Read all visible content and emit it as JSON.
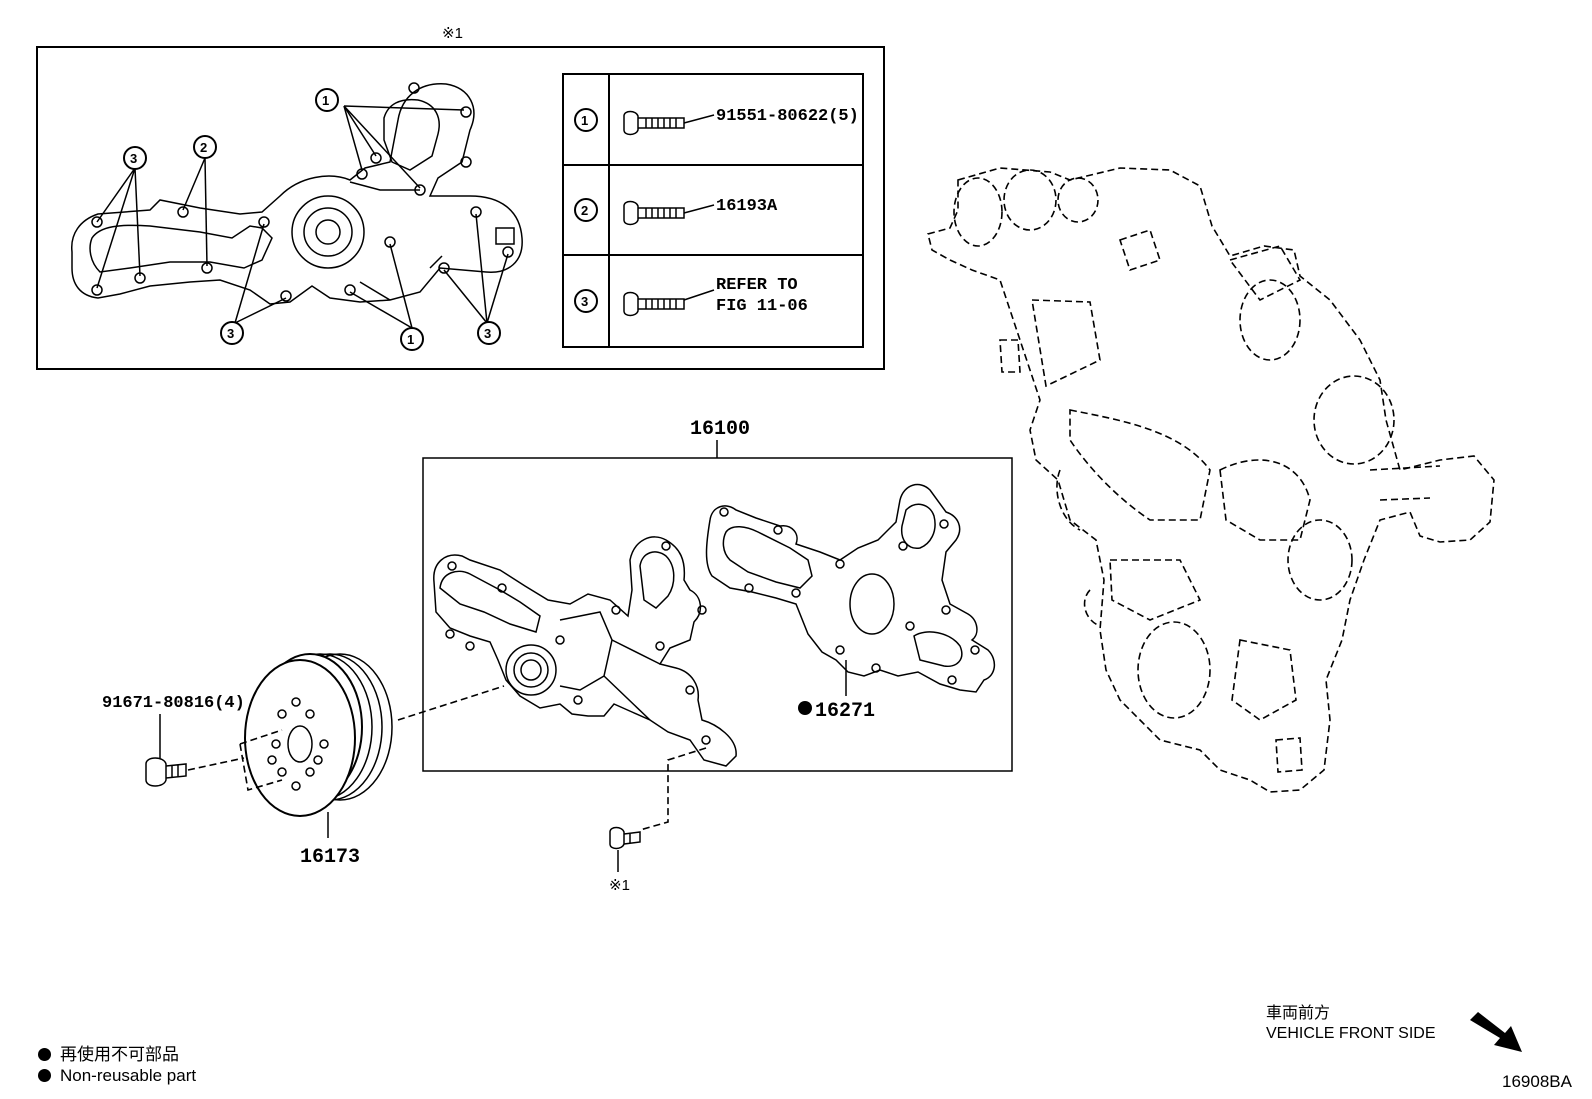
{
  "detail": {
    "title": "※1",
    "bolt_table": [
      {
        "ref": "1",
        "text": "91551-80622(5)"
      },
      {
        "ref": "2",
        "text": "16193A"
      },
      {
        "ref": "3",
        "line1": "REFER TO",
        "line2": "FIG 11-06"
      }
    ],
    "callouts": {
      "c1": "1",
      "c2": "2",
      "c3": "3"
    }
  },
  "parts": {
    "water_pump_assy": "16100",
    "gasket": "16271",
    "pulley_bolt": "91671-80816(4)",
    "pulley": "16173",
    "bolt_ref": "※1"
  },
  "legend": {
    "jp": "再使用不可部品",
    "en": "Non-reusable part"
  },
  "front": {
    "jp": "車両前方",
    "en": "VEHICLE FRONT SIDE"
  },
  "figure_code": "16908BA"
}
